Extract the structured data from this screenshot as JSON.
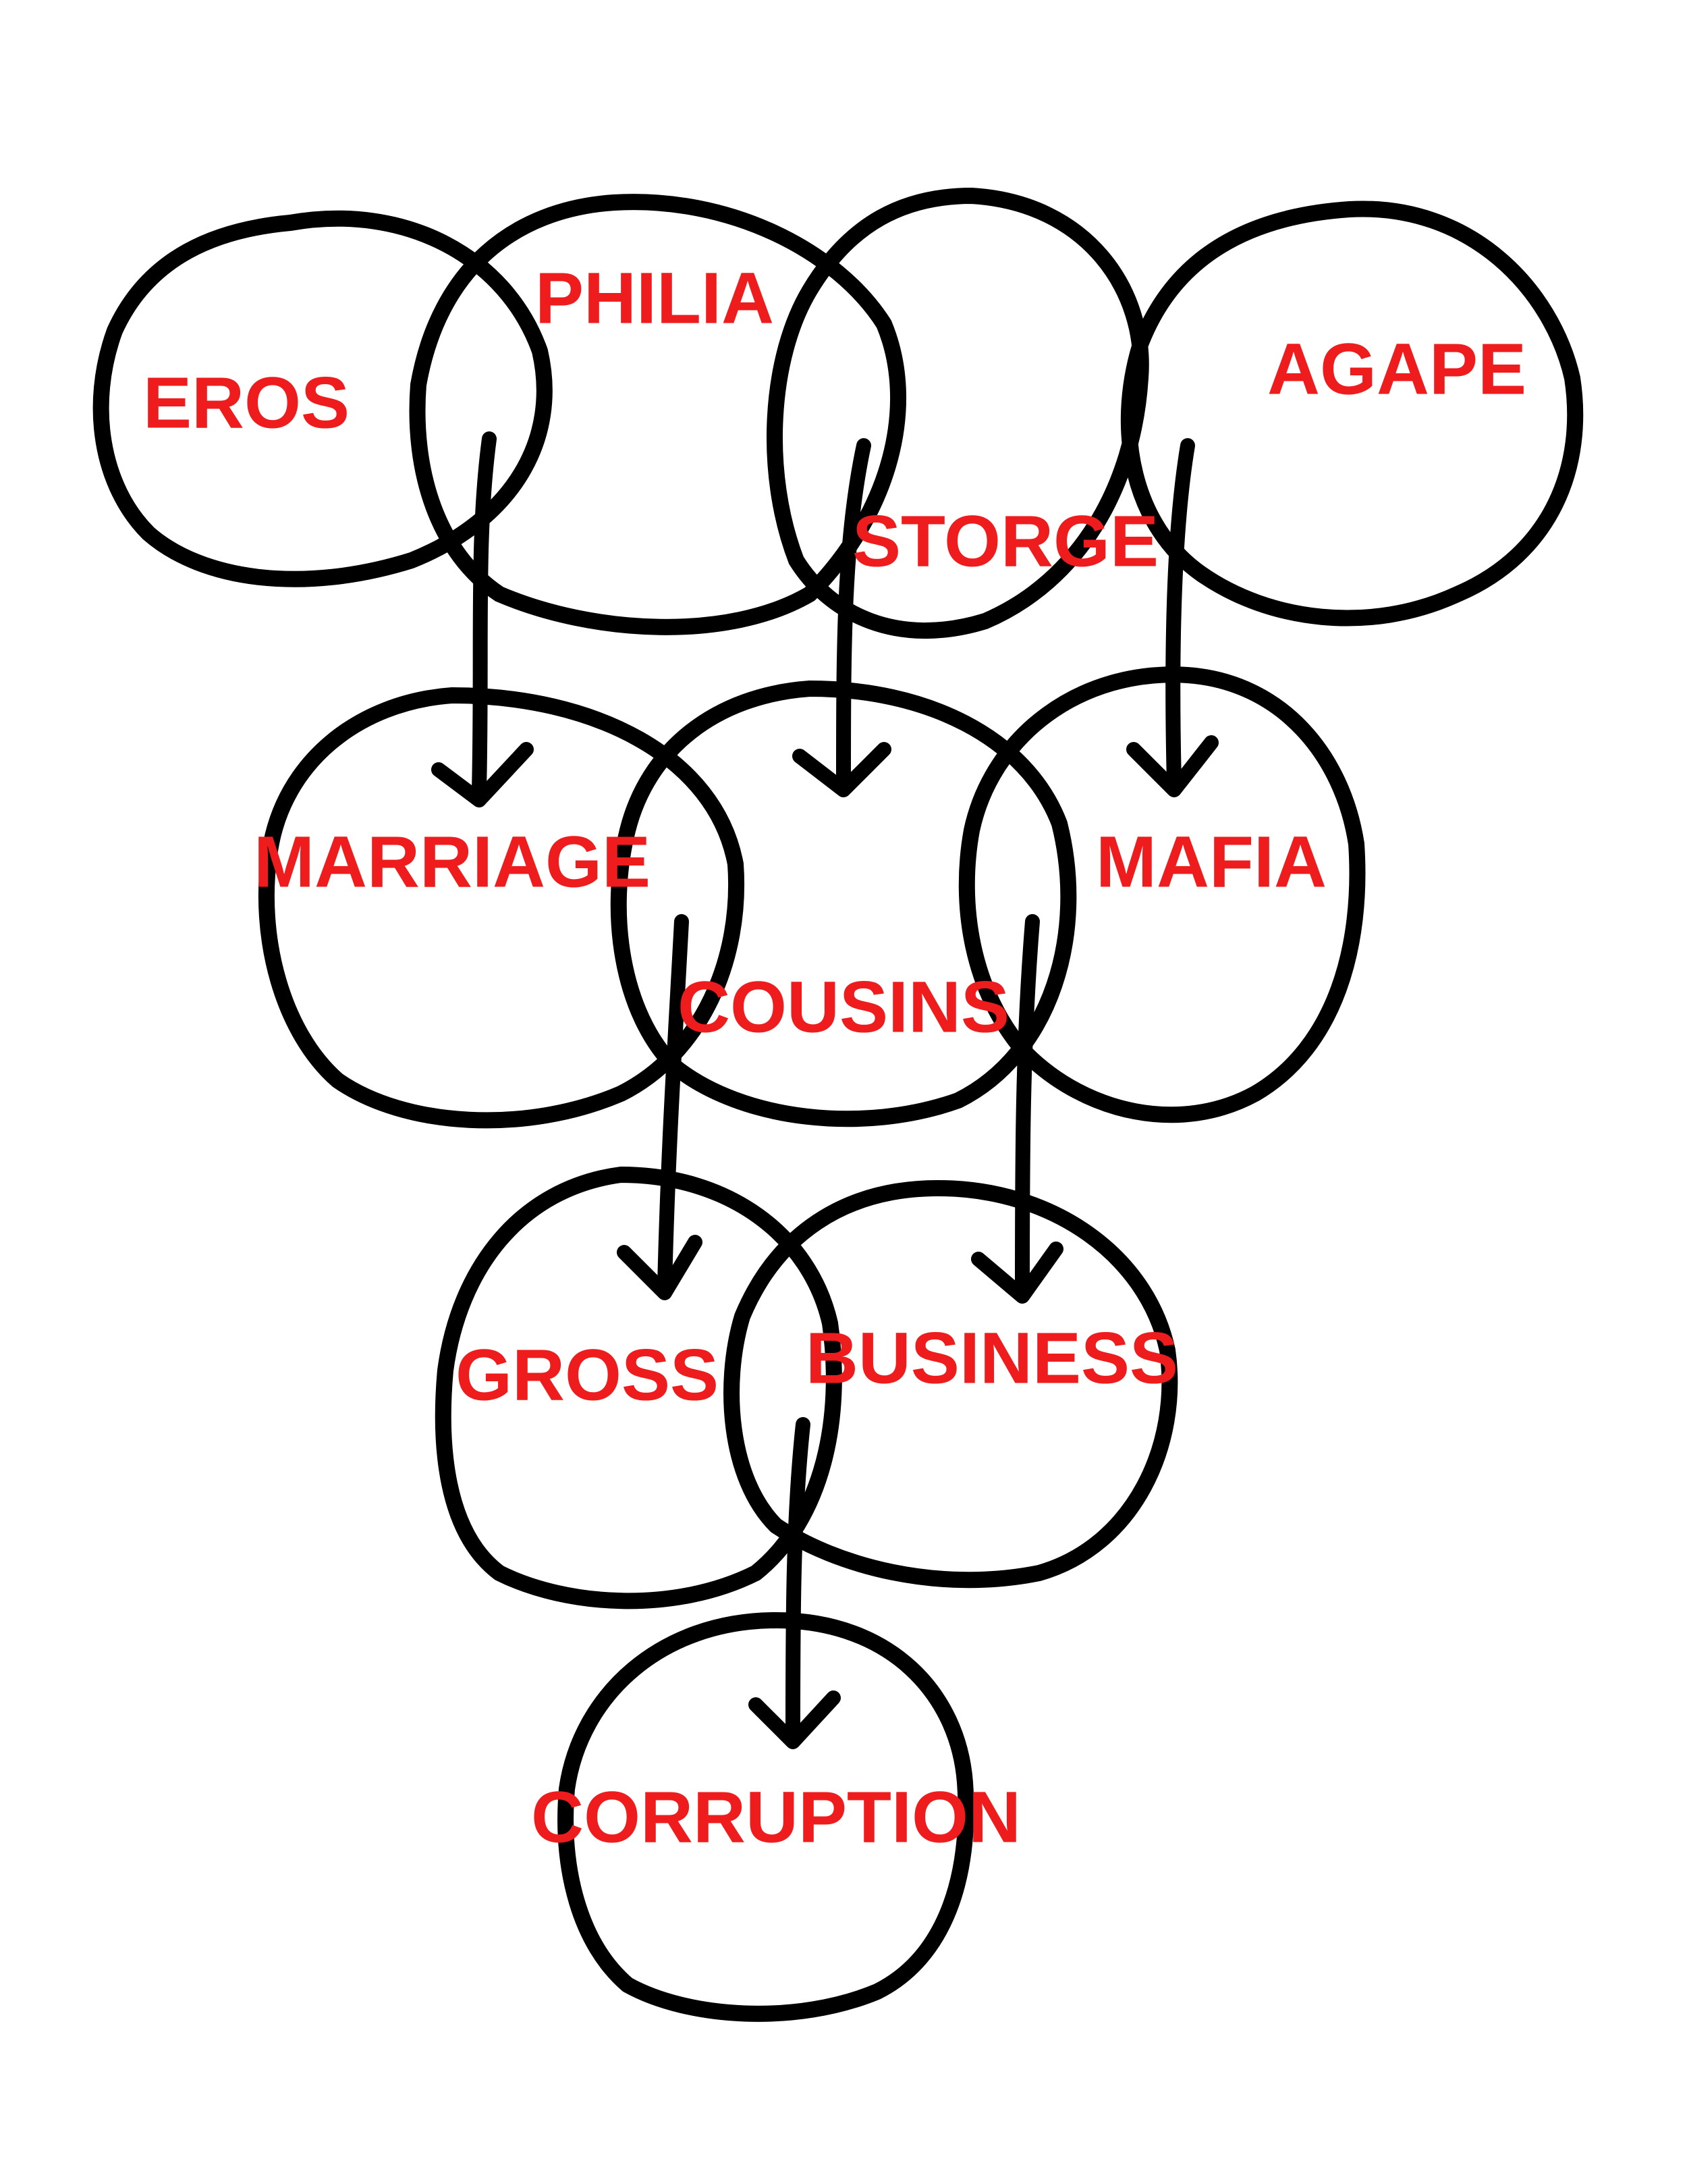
{
  "colors": {
    "label": "#ee1c1c",
    "stroke": "#000000",
    "background": "#ffffff"
  },
  "nodes": {
    "eros": "EROS",
    "philia": "PHILIA",
    "storge": "STORGE",
    "agape": "AGAPE",
    "marriage": "MARRIAGE",
    "cousins": "COUSINS",
    "mafia": "MAFIA",
    "gross": "GROSS",
    "business": "BUSINESS",
    "corruption": "CORRUPTION"
  },
  "edges": [
    {
      "from": [
        "eros",
        "philia"
      ],
      "to": "marriage"
    },
    {
      "from": [
        "philia",
        "storge"
      ],
      "to": "cousins"
    },
    {
      "from": [
        "storge",
        "agape"
      ],
      "to": "mafia"
    },
    {
      "from": [
        "marriage",
        "cousins"
      ],
      "to": "gross"
    },
    {
      "from": [
        "cousins",
        "mafia"
      ],
      "to": "business"
    },
    {
      "from": [
        "gross",
        "business"
      ],
      "to": "corruption"
    }
  ]
}
